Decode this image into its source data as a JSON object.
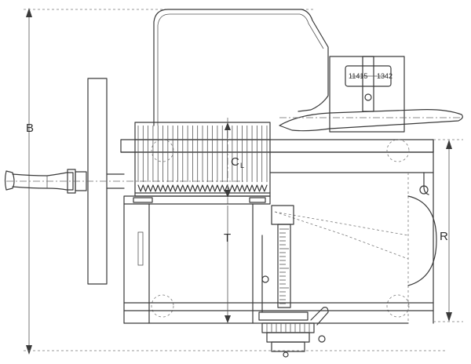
{
  "labels": {
    "b": "B",
    "cl": "C",
    "cl_sub": "L",
    "t": "T",
    "r": "R"
  },
  "colors": {
    "line": "#3a3a3a",
    "paper": "#ffffff"
  },
  "tooth_count": 26,
  "scale_tick_count": 20,
  "icons": [
    "hand-crank-icon",
    "handwheel-icon",
    "tension-scale-icon"
  ]
}
